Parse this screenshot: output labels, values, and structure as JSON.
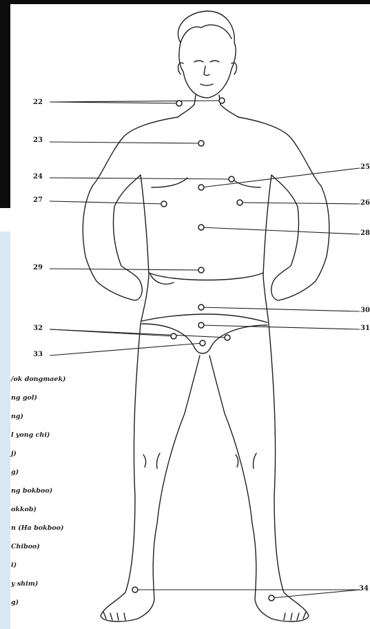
{
  "labels": {
    "l22": "22",
    "l23": "23",
    "l24": "24",
    "l27": "27",
    "l29": "29",
    "l32": "32",
    "l33": "33",
    "r25": "25",
    "r26": "26",
    "r28": "28",
    "r30": "30",
    "r31": "31",
    "r34": "34"
  },
  "legend": [
    "/ok dongmaek)",
    "ng gol)",
    "ng)",
    "l yong chi)",
    "j)",
    "g)",
    "ng bokboo)",
    "okkob)",
    "n  (Ha bokboo)",
    "Chiboo)",
    "i)",
    "y shim)",
    "g)"
  ]
}
